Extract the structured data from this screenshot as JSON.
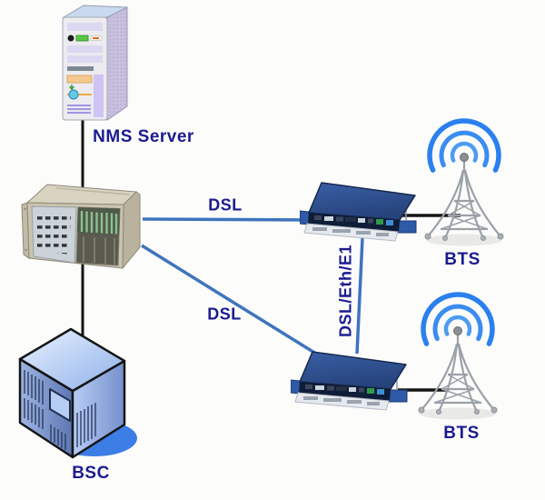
{
  "page": {
    "background": "#fcfcfb"
  },
  "palette": {
    "label_text": "#1b1b90",
    "dsl_link": "#3f74bd",
    "cable": "#141414",
    "radio_wave": "#2a80ee",
    "bsc_shadow": "#3c7de6"
  },
  "nodes": {
    "nms_server": {
      "label": "NMS Server",
      "icon": "server-tower-icon"
    },
    "chassis": {
      "icon": "rack-chassis-icon"
    },
    "bsc": {
      "label": "BSC",
      "icon": "network-cube-icon"
    },
    "modem_top": {
      "icon": "dsl-modem-icon"
    },
    "modem_bottom": {
      "icon": "dsl-modem-icon"
    },
    "bts_top": {
      "label": "BTS",
      "icon": "antenna-tower-icon"
    },
    "bts_bottom": {
      "label": "BTS",
      "icon": "antenna-tower-icon"
    }
  },
  "links": {
    "dsl_top": {
      "label": "DSL"
    },
    "dsl_bottom": {
      "label": "DSL"
    },
    "inter_modem": {
      "label": "DSL/Eth/E1"
    }
  }
}
